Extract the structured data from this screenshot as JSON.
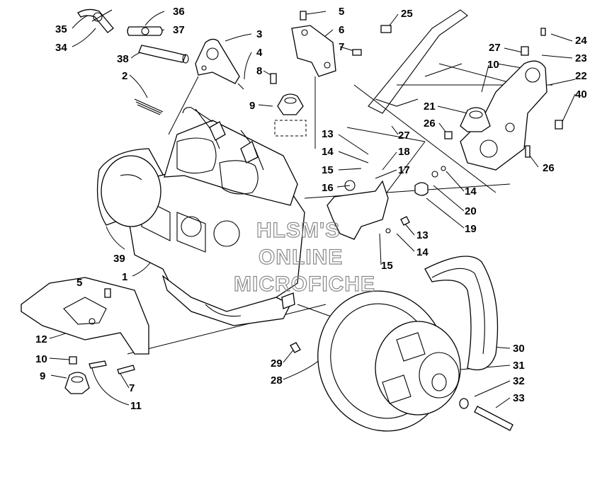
{
  "diagram": {
    "callouts": [
      {
        "id": "c35",
        "text": "35"
      },
      {
        "id": "c34",
        "text": "34"
      },
      {
        "id": "c36",
        "text": "36"
      },
      {
        "id": "c37",
        "text": "37"
      },
      {
        "id": "c38",
        "text": "38"
      },
      {
        "id": "c2",
        "text": "2"
      },
      {
        "id": "c3",
        "text": "3"
      },
      {
        "id": "c4",
        "text": "4"
      },
      {
        "id": "c5a",
        "text": "5"
      },
      {
        "id": "c6",
        "text": "6"
      },
      {
        "id": "c7a",
        "text": "7"
      },
      {
        "id": "c8",
        "text": "8"
      },
      {
        "id": "c9a",
        "text": "9"
      },
      {
        "id": "c25",
        "text": "25"
      },
      {
        "id": "c24",
        "text": "24"
      },
      {
        "id": "c27a",
        "text": "27"
      },
      {
        "id": "c23",
        "text": "23"
      },
      {
        "id": "c10a",
        "text": "10"
      },
      {
        "id": "c22",
        "text": "22"
      },
      {
        "id": "c40",
        "text": "40"
      },
      {
        "id": "c21",
        "text": "21"
      },
      {
        "id": "c26a",
        "text": "26"
      },
      {
        "id": "c27b",
        "text": "27"
      },
      {
        "id": "c13a",
        "text": "13"
      },
      {
        "id": "c14a",
        "text": "14"
      },
      {
        "id": "c18",
        "text": "18"
      },
      {
        "id": "c15a",
        "text": "15"
      },
      {
        "id": "c17",
        "text": "17"
      },
      {
        "id": "c16",
        "text": "16"
      },
      {
        "id": "c26b",
        "text": "26"
      },
      {
        "id": "c14b",
        "text": "14"
      },
      {
        "id": "c20",
        "text": "20"
      },
      {
        "id": "c19",
        "text": "19"
      },
      {
        "id": "c13b",
        "text": "13"
      },
      {
        "id": "c14c",
        "text": "14"
      },
      {
        "id": "c15b",
        "text": "15"
      },
      {
        "id": "c39",
        "text": "39"
      },
      {
        "id": "c1",
        "text": "1"
      },
      {
        "id": "c5b",
        "text": "5"
      },
      {
        "id": "c12",
        "text": "12"
      },
      {
        "id": "c10b",
        "text": "10"
      },
      {
        "id": "c9b",
        "text": "9"
      },
      {
        "id": "c7b",
        "text": "7"
      },
      {
        "id": "c11",
        "text": "11"
      },
      {
        "id": "c29",
        "text": "29"
      },
      {
        "id": "c28",
        "text": "28"
      },
      {
        "id": "c30",
        "text": "30"
      },
      {
        "id": "c31",
        "text": "31"
      },
      {
        "id": "c32",
        "text": "32"
      },
      {
        "id": "c33",
        "text": "33"
      }
    ],
    "watermark": [
      "HLSM'S",
      "ONLINE",
      "MICROFICHE"
    ]
  }
}
